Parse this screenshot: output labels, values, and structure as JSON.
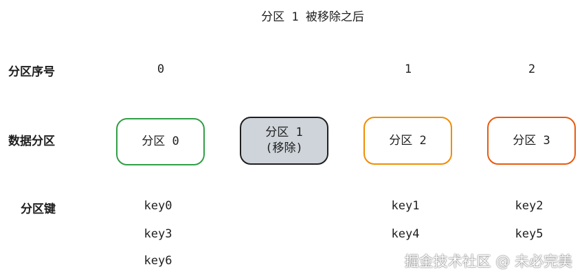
{
  "title": "分区 1 被移除之后",
  "row_labels": {
    "index": "分区序号",
    "data_partition": "数据分区",
    "partition_key": "分区键"
  },
  "indices": [
    "0",
    "1",
    "2"
  ],
  "partitions": [
    {
      "label": "分区 0",
      "sub": "",
      "status": "active",
      "border": "#2f9e44",
      "fill": "#ffffff"
    },
    {
      "label": "分区 1",
      "sub": "(移除)",
      "status": "removed",
      "border": "#1e1e1e",
      "fill": "#ced4da"
    },
    {
      "label": "分区 2",
      "sub": "",
      "status": "active",
      "border": "#f08c00",
      "fill": "#ffffff"
    },
    {
      "label": "分区 3",
      "sub": "",
      "status": "active",
      "border": "#e8590c",
      "fill": "#ffffff"
    }
  ],
  "keys": {
    "col0": [
      "key0",
      "key3",
      "key6"
    ],
    "col2": [
      "key1",
      "key4",
      ""
    ],
    "col3": [
      "key2",
      "key5"
    ]
  },
  "watermark": "掘金技术社区 @ 未必完美"
}
